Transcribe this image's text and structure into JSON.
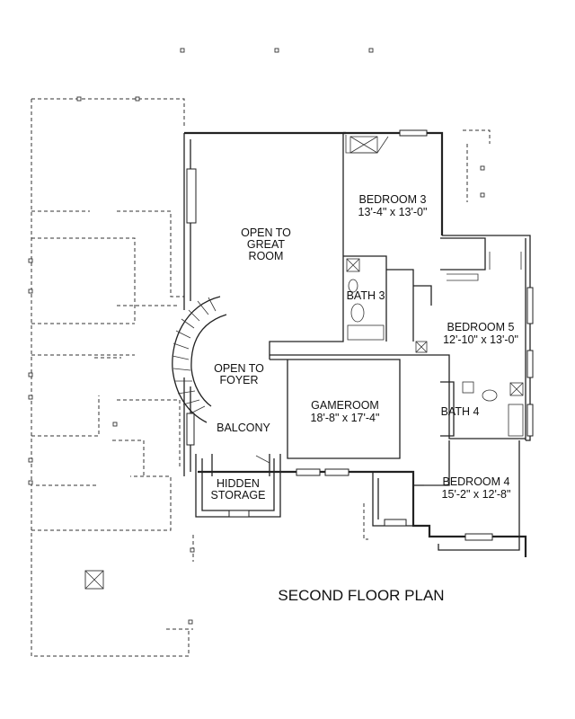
{
  "title": "SECOND FLOOR PLAN",
  "rooms": {
    "bedroom3": {
      "name": "BEDROOM 3",
      "size": "13'-4\" x 13'-0\""
    },
    "open_great": {
      "line1": "OPEN TO",
      "line2": "GREAT",
      "line3": "ROOM"
    },
    "bath3": {
      "name": "BATH 3"
    },
    "bedroom5": {
      "name": "BEDROOM 5",
      "size": "12'-10\" x 13'-0\""
    },
    "open_foyer": {
      "line1": "OPEN TO",
      "line2": "FOYER"
    },
    "gameroom": {
      "name": "GAMEROOM",
      "size": "18'-8\" x 17'-4\""
    },
    "bath4": {
      "name": "BATH 4"
    },
    "balcony": {
      "name": "BALCONY"
    },
    "hidden_storage": {
      "line1": "HIDDEN",
      "line2": "STORAGE"
    },
    "bedroom4": {
      "name": "BEDROOM 4",
      "size": "15'-2\" x 12'-8\""
    }
  }
}
